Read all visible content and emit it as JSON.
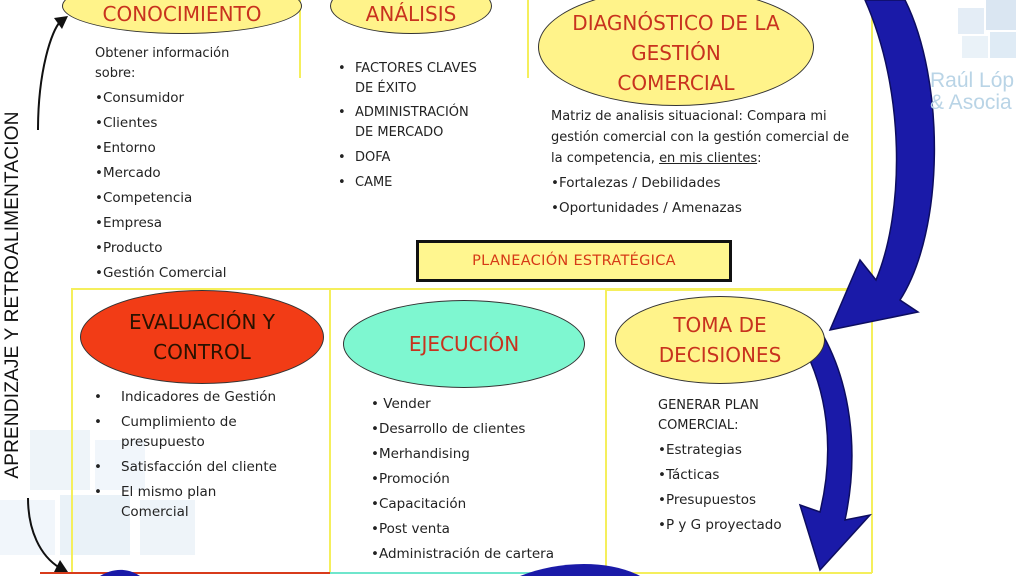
{
  "side_label": "APRENDIZAJE Y RETROALIMENTACION",
  "logo": {
    "line1": "Raúl Lóp",
    "line2": "& Asocia"
  },
  "center": {
    "label": "PLANEACIÓN ESTRATÉGICA"
  },
  "conocimiento": {
    "title": "CONOCIMIENTO",
    "intro_l1": "Obtener información",
    "intro_l2": "sobre:",
    "items": [
      "•Consumidor",
      "•Clientes",
      "•Entorno",
      "•Mercado",
      "•Competencia",
      "•Empresa",
      "•Producto",
      "•Gestión Comercial"
    ]
  },
  "analisis": {
    "title": "ANÁLISIS",
    "items": [
      {
        "l1": "FACTORES CLAVES",
        "l2": "DE ÉXITO"
      },
      {
        "l1": "ADMINISTRACIÓN",
        "l2": "DE MERCADO"
      },
      {
        "l1": "DOFA",
        "l2": ""
      },
      {
        "l1": "CAME",
        "l2": ""
      }
    ]
  },
  "diagnostico": {
    "title_l1": "DIAGNÓSTICO DE LA",
    "title_l2": "GESTIÓN",
    "title_l3": "COMERCIAL",
    "desc_l1": "Matriz de analisis situacional: Compara mi",
    "desc_l2": "gestión comercial con la gestión comercial de",
    "desc_l3a": "la competencia, ",
    "desc_l3b": "en mis clientes",
    "desc_l3c": ":",
    "items": [
      "•Fortalezas / Debilidades",
      "•Oportunidades / Amenazas"
    ]
  },
  "evaluacion": {
    "title_l1": "EVALUACIÓN Y",
    "title_l2": "CONTROL",
    "items": [
      {
        "l1": " Indicadores de Gestión",
        "l2": ""
      },
      {
        "l1": "Cumplimiento de",
        "l2": "presupuesto"
      },
      {
        "l1": "Satisfacción del cliente",
        "l2": ""
      },
      {
        "l1": "El mismo plan",
        "l2": "Comercial"
      }
    ]
  },
  "ejecucion": {
    "title": "EJECUCIÓN",
    "items": [
      "• Vender",
      "•Desarrollo de clientes",
      "•Merhandising",
      "•Promoción",
      "•Capacitación",
      "•Post venta",
      "•Administración de cartera"
    ]
  },
  "toma": {
    "title_l1": "TOMA DE",
    "title_l2": "DECISIONES",
    "intro_l1": "GENERAR PLAN",
    "intro_l2": "COMERCIAL:",
    "items": [
      "•Estrategias",
      "•Tácticas",
      "•Presupuestos",
      "•P y G proyectado"
    ]
  },
  "colors": {
    "ellipse_yellow": "#fff38a",
    "ellipse_red": "#f23c16",
    "ellipse_green": "#7ef7d0",
    "arrow_blue": "#1a1aa8",
    "box_border": "#f5ef5c",
    "title_red": "#c8321e"
  }
}
